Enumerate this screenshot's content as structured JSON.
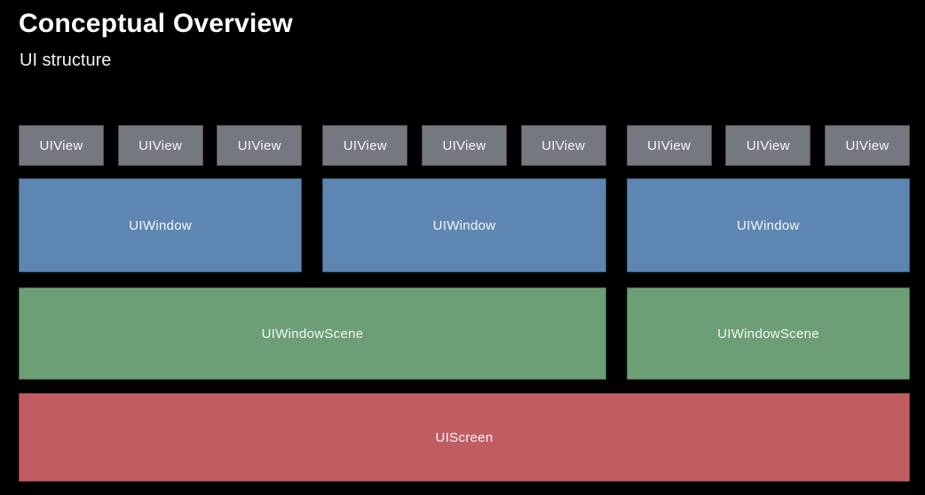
{
  "slide": {
    "title": "Conceptual Overview",
    "subtitle": "UI structure"
  },
  "colors": {
    "background": "#000000",
    "title_text": "#FFFFFF",
    "box_text": "#F5F6F8",
    "uiview_gray": "#75787F",
    "uiwindow_blue": "#5E86B2",
    "uiwindowscene_green": "#6C9F76",
    "uiscreen_red": "#C15D62"
  },
  "diagram": {
    "views": [
      "UIView",
      "UIView",
      "UIView",
      "UIView",
      "UIView",
      "UIView",
      "UIView",
      "UIView",
      "UIView"
    ],
    "windows": [
      "UIWindow",
      "UIWindow",
      "UIWindow"
    ],
    "scenes": [
      "UIWindowScene",
      "UIWindowScene"
    ],
    "screen": "UIScreen"
  }
}
